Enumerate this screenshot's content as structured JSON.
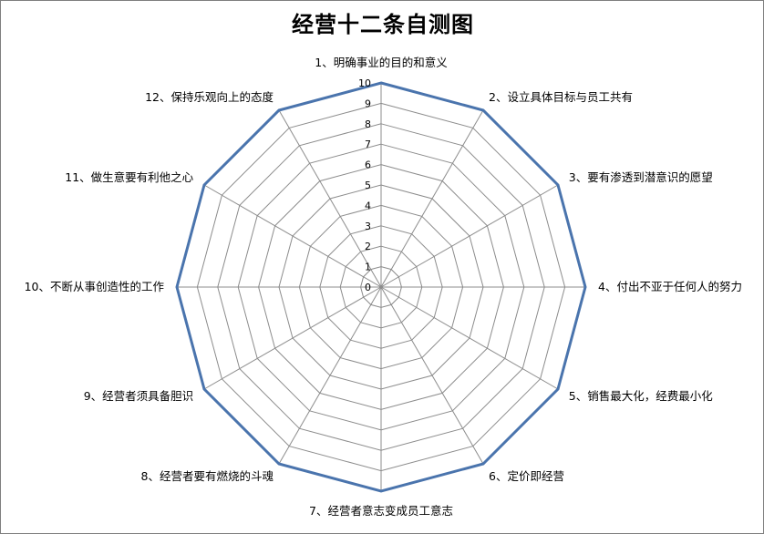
{
  "chart_data": {
    "type": "radar",
    "title": "经营十二条自测图",
    "categories": [
      "1、明确事业的目的和意义",
      "2、设立具体目标与员工共有",
      "3、要有渗透到潜意识的愿望",
      "4、付出不亚于任何人的努力",
      "5、销售最大化，经费最小化",
      "6、定价即经营",
      "7、经营者意志变成员工意志",
      "8、经营者要有燃烧的斗魂",
      "9、经营者须具备胆识",
      "10、不断从事创造性的工作",
      "11、做生意要有利他之心",
      "12、保持乐观向上的态度"
    ],
    "values": [
      10,
      10,
      10,
      10,
      10,
      10,
      10,
      10,
      10,
      10,
      10,
      10
    ],
    "rlim": [
      0,
      10
    ],
    "ticks": [
      "0",
      "1",
      "2",
      "3",
      "4",
      "5",
      "6",
      "7",
      "8",
      "9",
      "10"
    ],
    "grid": true,
    "legend": "none",
    "colors": {
      "series": "#4a74ad",
      "grid": "#8c8c8c",
      "text": "#000000"
    }
  }
}
